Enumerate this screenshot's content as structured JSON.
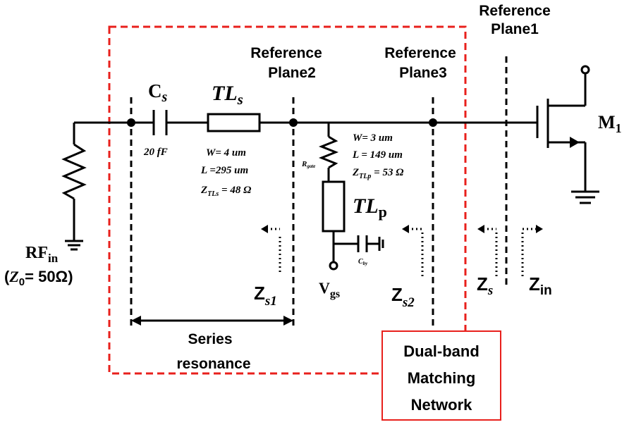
{
  "labels": {
    "ref_plane1_a": "Reference",
    "ref_plane1_b": "Plane1",
    "ref_plane2_a": "Reference",
    "ref_plane2_b": "Plane2",
    "ref_plane3_a": "Reference",
    "ref_plane3_b": "Plane3",
    "cs_main": "C",
    "cs_sub": "s",
    "cs_value": "20 fF",
    "tls_main": "TL",
    "tls_sub": "s",
    "tls_w": "W= 4 um",
    "tls_l": "L =295 um",
    "tls_z_main": "Z",
    "tls_z_sub": "TLs",
    "tls_z_val": " = 48 Ω",
    "tlp_w": "W= 3 um",
    "tlp_l": "L = 149  um",
    "tlp_z_main": "Z",
    "tlp_z_sub": "TLp",
    "tlp_z_val": " = 53 Ω",
    "rgate_main": "R",
    "rgate_sub": "gate",
    "tlp_main": "TL",
    "tlp_sub": "p",
    "cby_main": "C",
    "cby_sub": "by",
    "vgs_main": "V",
    "vgs_sub": "gs",
    "m1_main": "M",
    "m1_sub": "1",
    "rfin_main": "RF",
    "rfin_sub": "in",
    "z0_pre": "(",
    "z0_main": "Z",
    "z0_sub": "0",
    "z0_val": "= 50Ω)",
    "zs1_main": "Z",
    "zs1_sub": "s1",
    "zs2_main": "Z",
    "zs2_sub": "s2",
    "zs_main": "Z",
    "zs_sub": "s",
    "zin_main": "Z",
    "zin_sub": "in",
    "series_line1": "Series",
    "series_line2": "resonance",
    "network_line1": "Dual-band",
    "network_line2": "Matching",
    "network_line3": "Network"
  },
  "colors": {
    "wire": "#000000",
    "boundary": "#e8201c"
  }
}
